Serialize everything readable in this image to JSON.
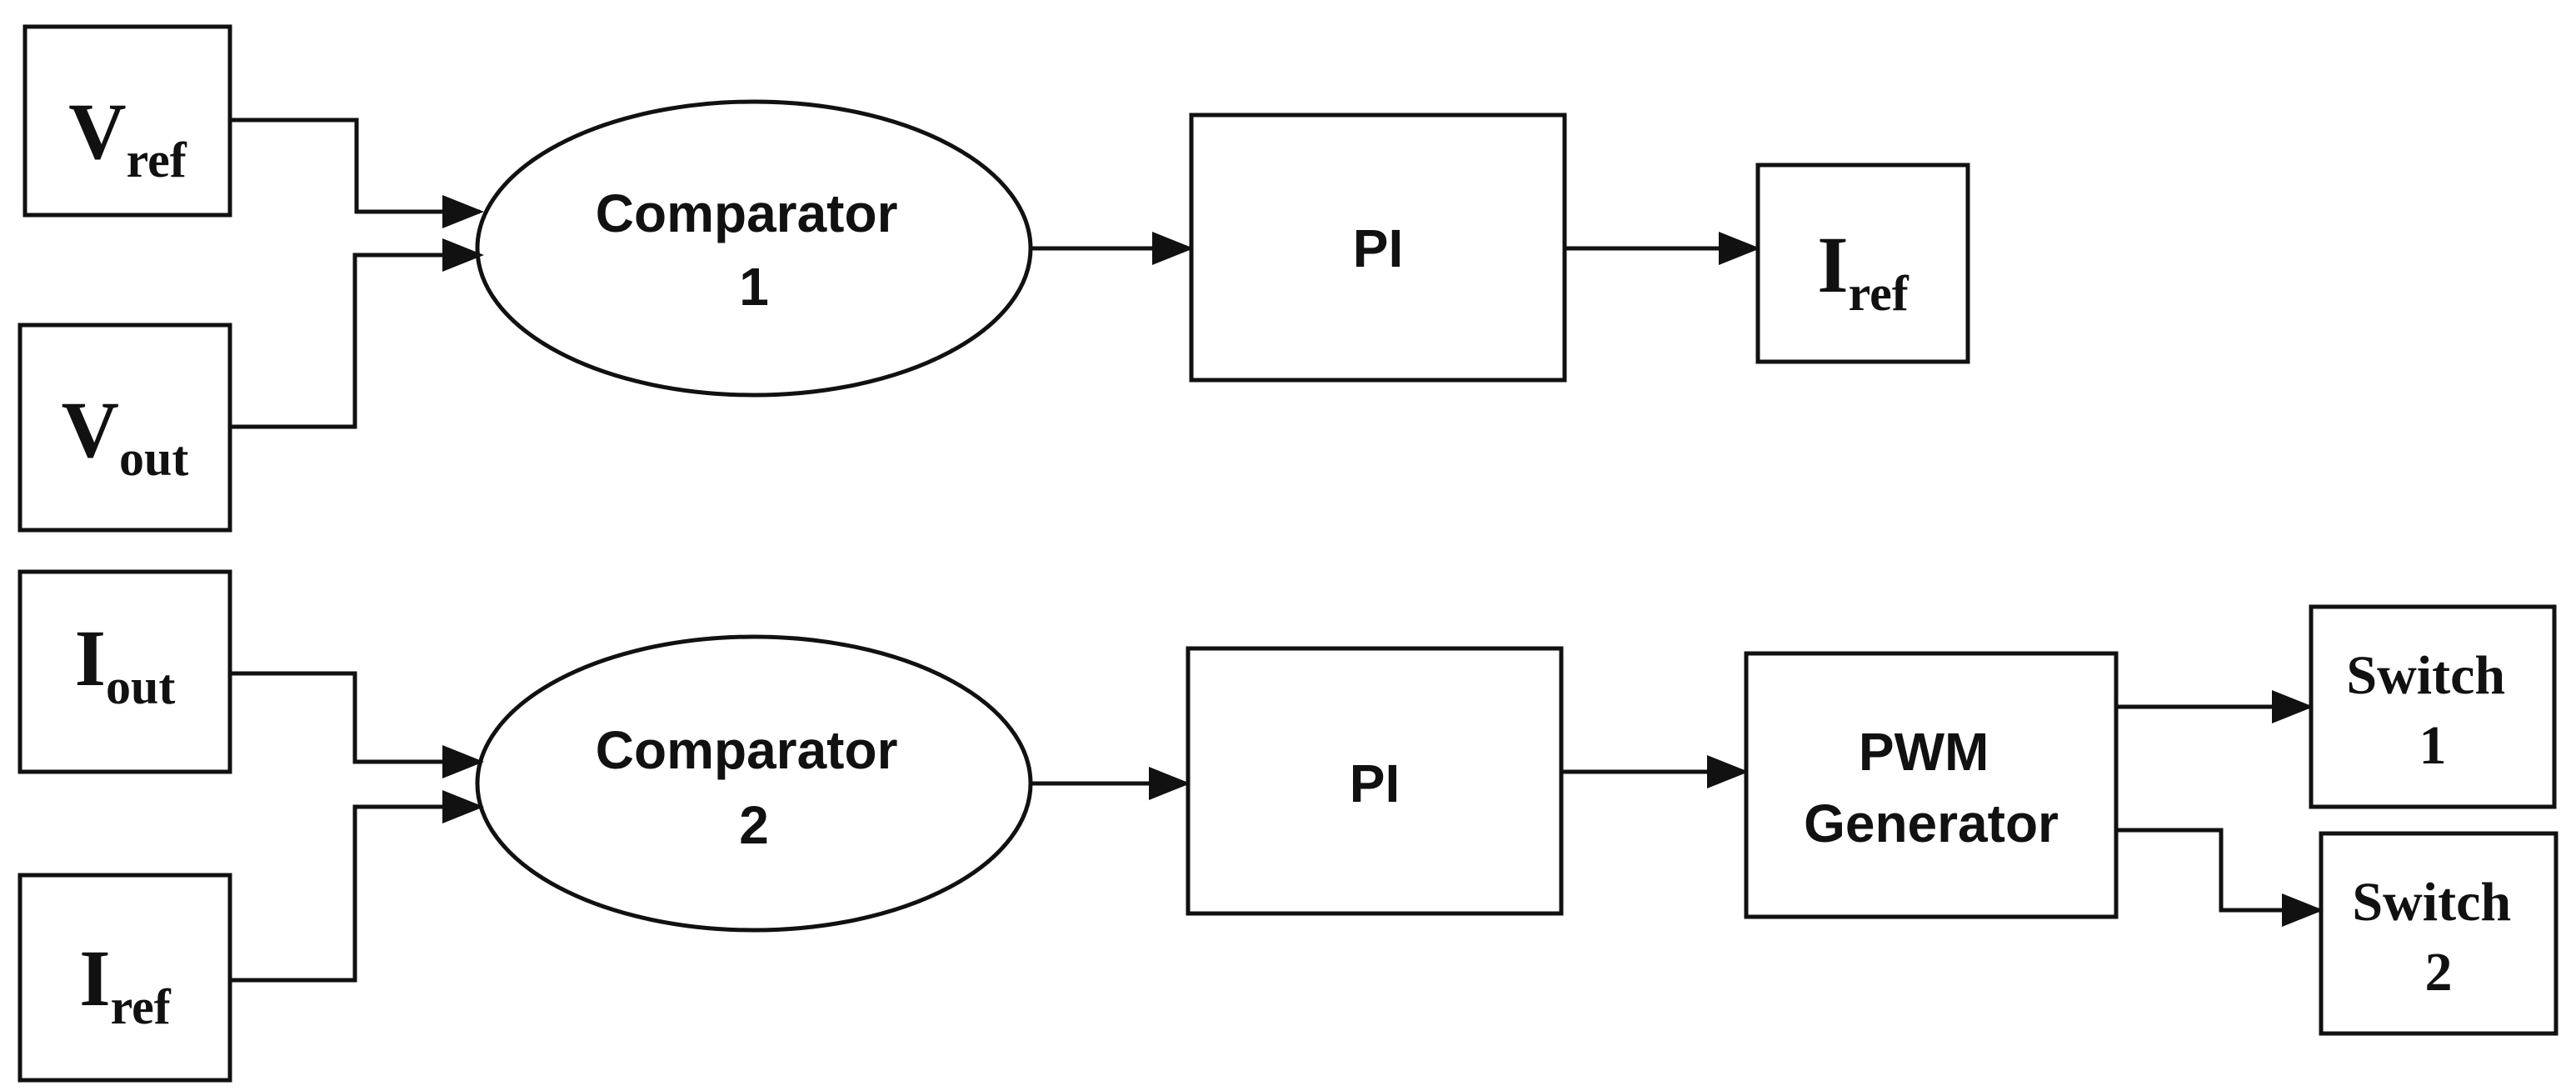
{
  "inputs": {
    "vref": {
      "main": "V",
      "sub": "ref"
    },
    "vout": {
      "main": "V",
      "sub": "out"
    },
    "iout": {
      "main": "I",
      "sub": "out"
    },
    "iref": {
      "main": "I",
      "sub": "ref"
    }
  },
  "comparator1": {
    "line1": "Comparator",
    "line2": "1"
  },
  "comparator2": {
    "line1": "Comparator",
    "line2": "2"
  },
  "pi1": {
    "label": "PI"
  },
  "pi2": {
    "label": "PI"
  },
  "output_iref": {
    "main": "I",
    "sub": "ref"
  },
  "pwm": {
    "line1": "PWM",
    "line2": "Generator"
  },
  "switch1": {
    "line1": "Switch",
    "line2": "1"
  },
  "switch2": {
    "line1": "Switch",
    "line2": "2"
  }
}
